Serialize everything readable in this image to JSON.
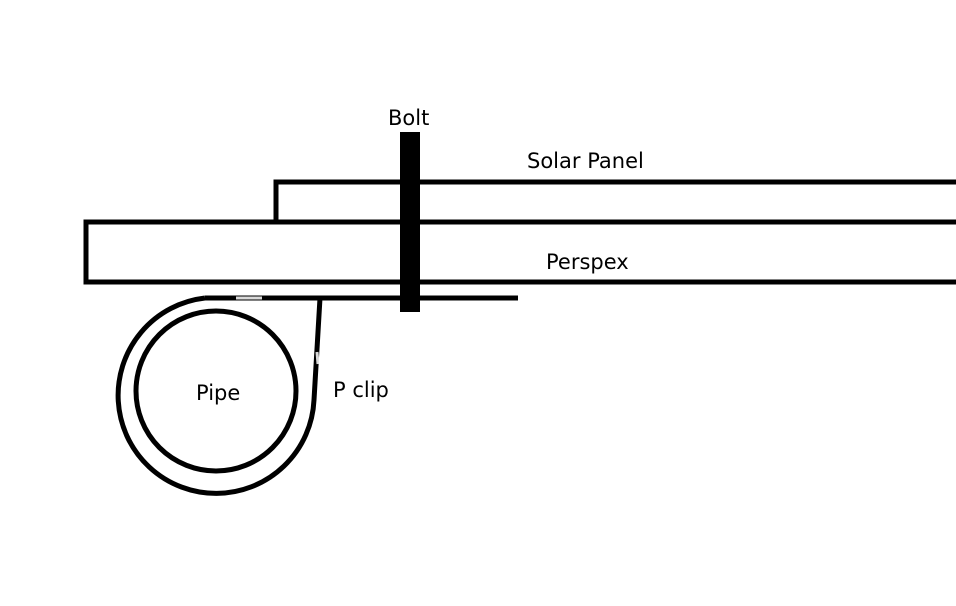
{
  "labels": {
    "bolt": "Bolt",
    "solar_panel": "Solar Panel",
    "perspex": "Perspex",
    "pipe": "Pipe",
    "p_clip": "P clip"
  },
  "colors": {
    "stroke": "#000000",
    "background": "#ffffff"
  }
}
